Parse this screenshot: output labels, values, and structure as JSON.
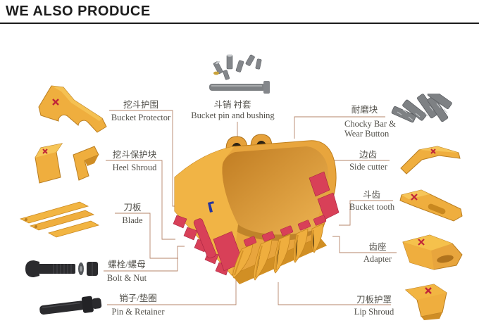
{
  "title": "WE ALSO PRODUCE",
  "colors": {
    "bucket_yellow": "#E8A53D",
    "wear_part_red": "#D84058",
    "metal_gray": "#84878B",
    "hardware_black": "#2B2B2E",
    "connector_line": "#B5846A",
    "label_text": "#52504A",
    "title_text": "#1C1C1C",
    "logo_blue": "#24349F"
  },
  "parts": {
    "bucket_protector": {
      "zh": "挖斗护围",
      "en": "Bucket Protector"
    },
    "bucket_pin_bushing": {
      "zh": "斗销 衬套",
      "en": "Bucket pin and bushing"
    },
    "heel_shroud": {
      "zh": "挖斗保护块",
      "en": "Heel Shroud"
    },
    "blade": {
      "zh": "刀板",
      "en": "Blade"
    },
    "bolt_nut": {
      "zh": "螺栓/螺母",
      "en": "Bolt & Nut"
    },
    "pin_retainer": {
      "zh": "销子/垫圈",
      "en": "Pin & Retainer"
    },
    "chocky_bar": {
      "zh": "耐磨块",
      "en": "Chocky Bar & Wear Button"
    },
    "side_cutter": {
      "zh": "边齿",
      "en": "Side cutter"
    },
    "bucket_tooth": {
      "zh": "斗齿",
      "en": "Bucket tooth"
    },
    "adapter": {
      "zh": "齿座",
      "en": "Adapter"
    },
    "lip_shroud": {
      "zh": "刀板护罩",
      "en": "Lip Shroud"
    }
  }
}
